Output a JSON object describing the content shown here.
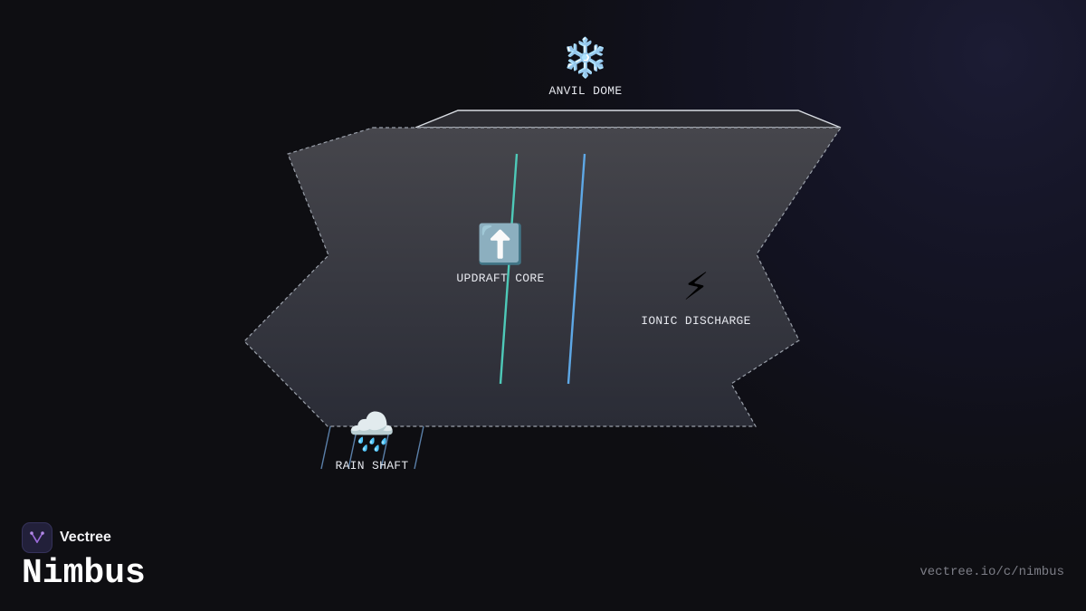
{
  "brand": {
    "name": "Vectree",
    "logo_icon": "branch-icon",
    "logo_color": "#9b6bd9"
  },
  "product": {
    "title": "Nimbus"
  },
  "footer": {
    "url": "vectree.io/c/nimbus"
  },
  "diagram": {
    "colors": {
      "background": "#0e0e12",
      "body_fill_top": "#46464c",
      "body_fill_bottom": "#2a2c36",
      "body_outline": "#9aa0aa",
      "anvil_outline": "#d8dce2",
      "updraft_line_teal": "#4ec9b8",
      "updraft_line_blue": "#5ea8e6",
      "rain_line": "#5a7fa8"
    },
    "nodes": {
      "anvil": {
        "emoji": "❄️",
        "icon": "snowflake-icon",
        "label": "ANVIL DOME"
      },
      "updraft": {
        "emoji": "⬆️",
        "icon": "up-arrow-icon",
        "label": "UPDRAFT CORE"
      },
      "ionic": {
        "emoji": "⚡",
        "icon": "lightning-icon",
        "label": "IONIC DISCHARGE"
      },
      "rain": {
        "emoji": "🌧️",
        "icon": "rain-cloud-icon",
        "label": "RAIN SHAFT"
      }
    }
  }
}
